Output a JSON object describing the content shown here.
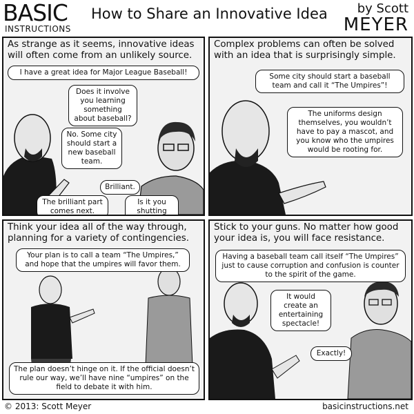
{
  "logo": {
    "line1": "BASIC",
    "line2": "INSTRUCTIONS"
  },
  "title": "How to Share an Innovative Idea",
  "byline": {
    "by": "by Scott",
    "name": "MEYER"
  },
  "panels": [
    {
      "caption": "As strange as it seems, innovative ideas will often come from an unlikely source.",
      "bubbles": [
        "I have a great idea for Major League Baseball!",
        "Does it involve you learning something about baseball?",
        "No. Some city should start a new baseball team.",
        "Brilliant.",
        "The brilliant part comes next.",
        "Is it you shutting up?"
      ]
    },
    {
      "caption": "Complex problems can often be solved with an idea that is surprisingly simple.",
      "bubbles": [
        "Some city should start a baseball team and call it “The Umpires”!",
        "The uniforms design themselves, you wouldn’t have to pay a mascot, and you know who the umpires would be rooting for."
      ]
    },
    {
      "caption": "Think your idea all of the way through, planning for a variety of contingencies.",
      "bubbles": [
        "Your plan is to call a team “The Umpires,” and hope that the umpires will favor them.",
        "The plan doesn’t hinge on it. If the official doesn’t rule our way, we’ll have nine “umpires” on the field to debate it with him."
      ]
    },
    {
      "caption": "Stick to your guns. No matter how good your idea is, you will face resistance.",
      "bubbles": [
        "Having a baseball team call itself “The Umpires” just to cause corruption and confusion is counter to the spirit of the game.",
        "It would create an entertaining spectacle!",
        "Exactly!"
      ]
    }
  ],
  "footer": {
    "copyright": "© 2013: Scott Meyer",
    "url": "basicinstructions.net"
  }
}
